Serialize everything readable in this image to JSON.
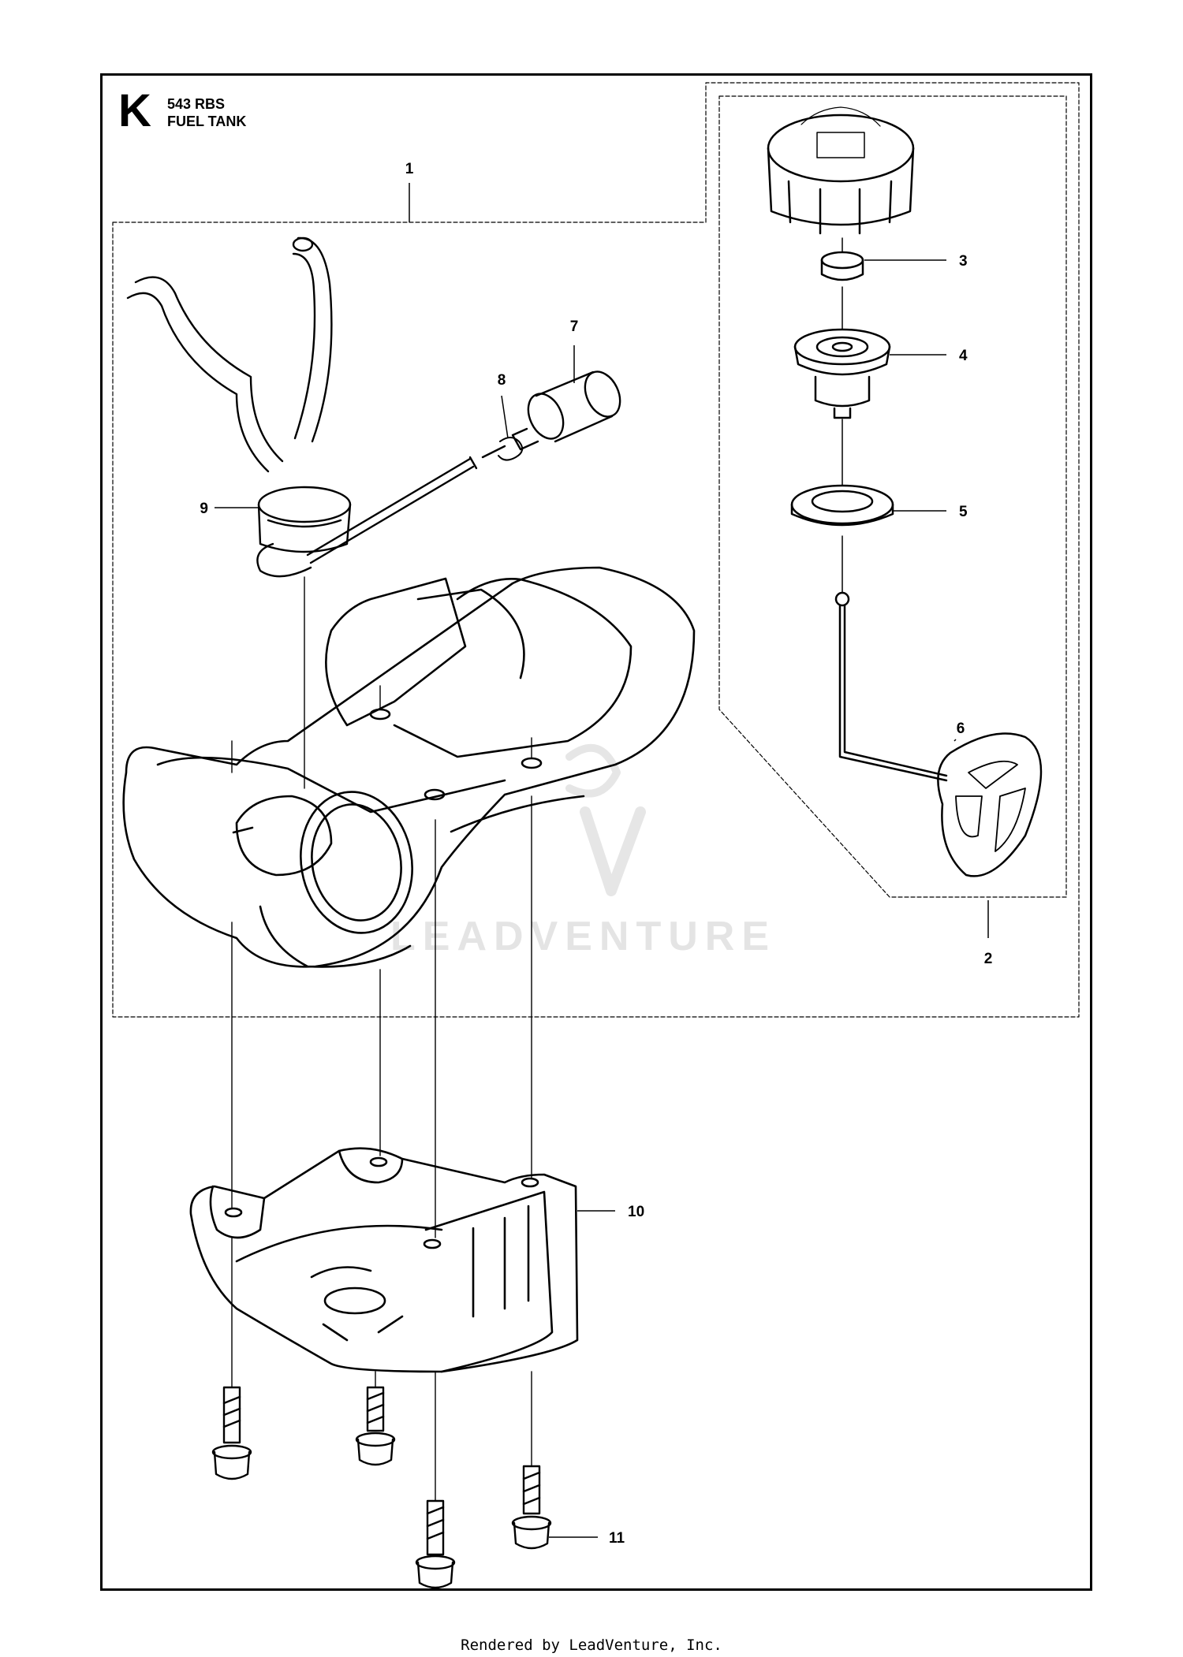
{
  "header": {
    "sheet_letter": "K",
    "model": "543 RBS",
    "title": "FUEL TANK"
  },
  "callouts": [
    {
      "id": "c1",
      "label": "1"
    },
    {
      "id": "c2",
      "label": "2"
    },
    {
      "id": "c3",
      "label": "3"
    },
    {
      "id": "c4",
      "label": "4"
    },
    {
      "id": "c5",
      "label": "5"
    },
    {
      "id": "c6",
      "label": "6"
    },
    {
      "id": "c7",
      "label": "7"
    },
    {
      "id": "c8",
      "label": "8"
    },
    {
      "id": "c9",
      "label": "9"
    },
    {
      "id": "c10",
      "label": "10"
    },
    {
      "id": "c11",
      "label": "11"
    }
  ],
  "watermark": "LEADVENTURE",
  "footer": "Rendered by LeadVenture, Inc.",
  "colors": {
    "ink": "#000000",
    "watermark": "#e4e4e4",
    "paper": "#ffffff"
  }
}
